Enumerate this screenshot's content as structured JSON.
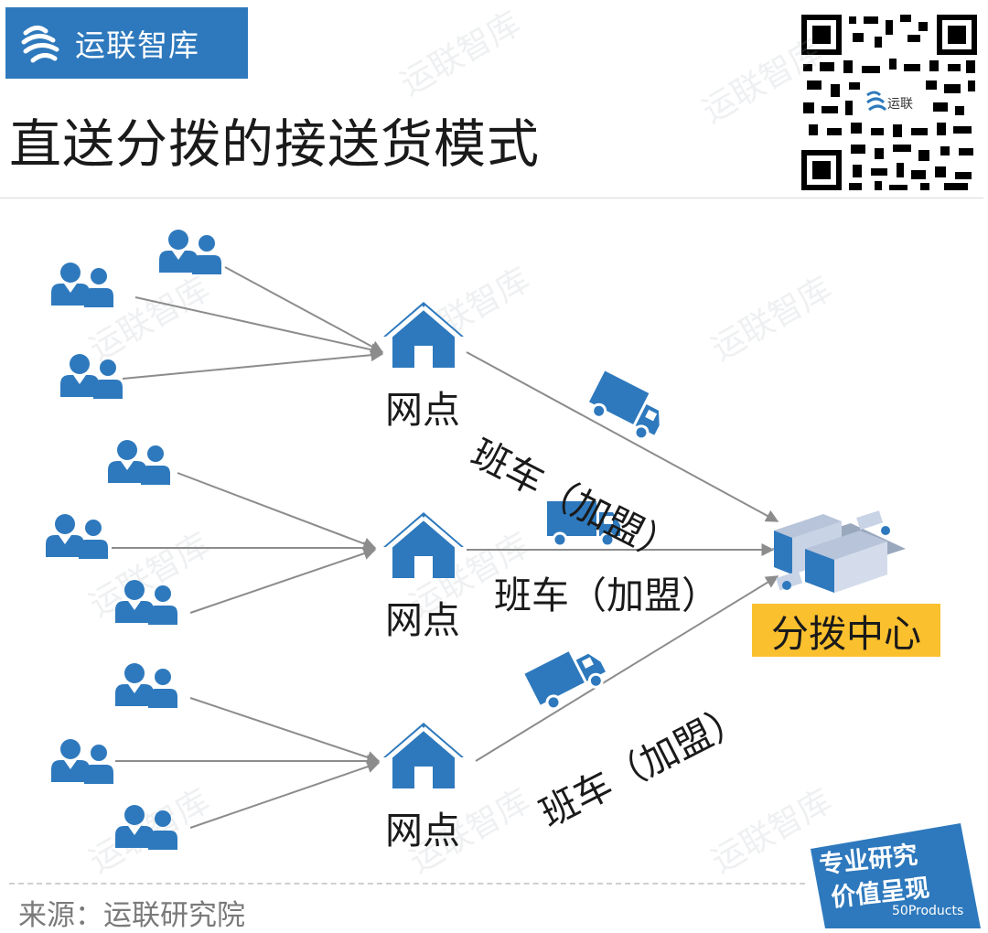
{
  "brand": {
    "name": "运联智库"
  },
  "title": "直送分拨的接送货模式",
  "qr": {
    "center_label": "运联"
  },
  "watermark": "运联智库",
  "diagram": {
    "node_label": "网点",
    "route_label": "班车（加盟）",
    "hub_label": "分拨中心",
    "customer_groups": 3,
    "customers_per_group": 3
  },
  "colors": {
    "brand_blue": "#2e79bd",
    "icon_blue": "#2e79bd",
    "hub_yellow": "#fbc02d",
    "arrow_gray": "#8c8c8c"
  },
  "source": "来源：运联研究院",
  "badge": {
    "line1": "专业研究",
    "line2": "价值呈现",
    "footer": "50Products"
  }
}
